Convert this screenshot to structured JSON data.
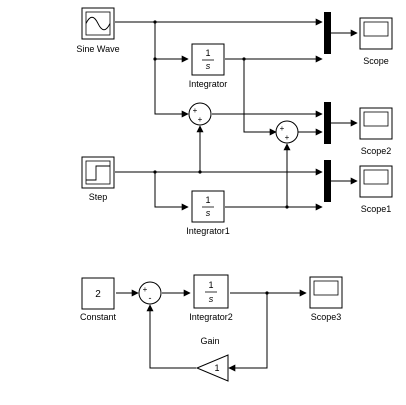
{
  "blocks": {
    "sine_label": "Sine Wave",
    "step_label": "Step",
    "constant_label": "Constant",
    "constant_value": "2",
    "integrator_label": "Integrator",
    "integrator1_label": "Integrator1",
    "integrator2_label": "Integrator2",
    "integrator_num": "1",
    "integrator_den": "s",
    "gain_label": "Gain",
    "gain_value": "1",
    "scope_label": "Scope",
    "scope1_label": "Scope1",
    "scope2_label": "Scope2",
    "scope3_label": "Scope3",
    "sum_sign_plus": "+",
    "sum_sign_minus": "-"
  }
}
